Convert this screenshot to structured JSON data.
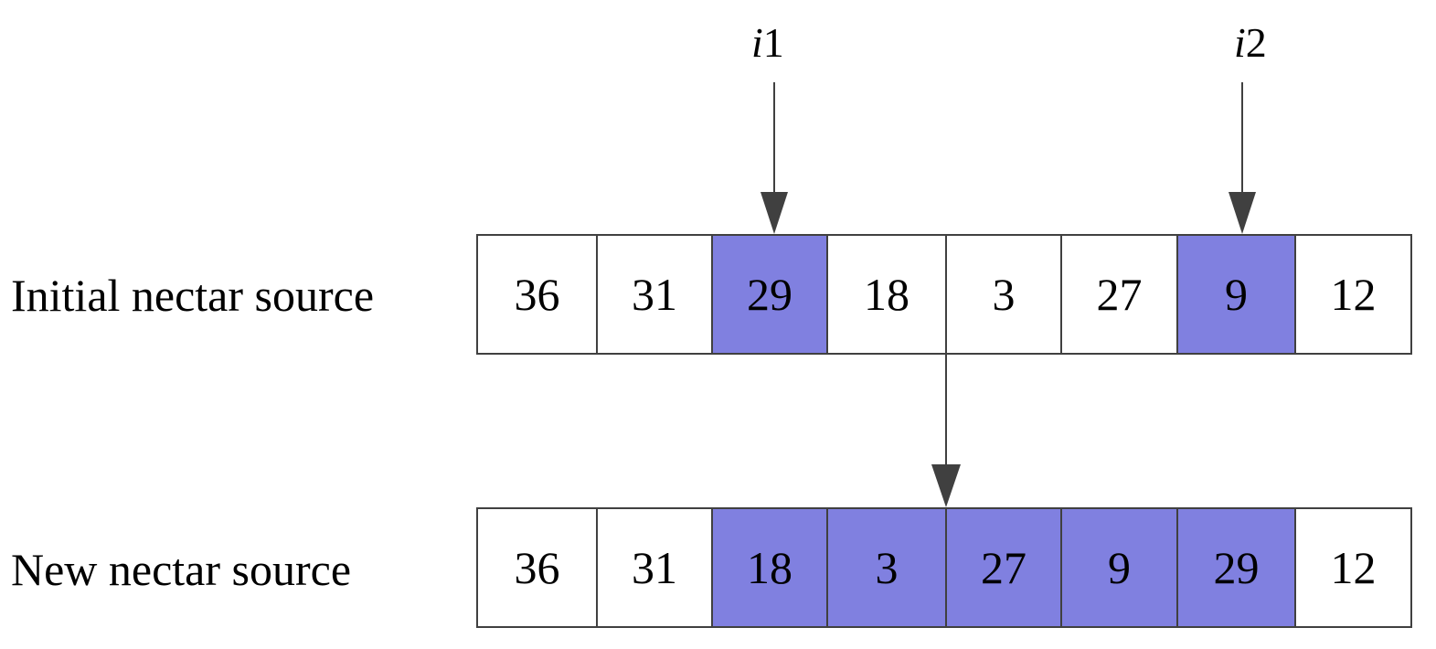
{
  "colors": {
    "highlight": "#8080E0",
    "plain": "#FFFFFF",
    "border": "#404040",
    "arrow": "#404040"
  },
  "pointers": [
    {
      "var": "i",
      "num": "1"
    },
    {
      "var": "i",
      "num": "2"
    }
  ],
  "rows": [
    {
      "label": "Initial nectar source",
      "cells": [
        {
          "value": "36",
          "highlight": false
        },
        {
          "value": "31",
          "highlight": false
        },
        {
          "value": "29",
          "highlight": true
        },
        {
          "value": "18",
          "highlight": false
        },
        {
          "value": "3",
          "highlight": false
        },
        {
          "value": "27",
          "highlight": false
        },
        {
          "value": "9",
          "highlight": true
        },
        {
          "value": "12",
          "highlight": false
        }
      ]
    },
    {
      "label": "New nectar source",
      "cells": [
        {
          "value": "36",
          "highlight": false
        },
        {
          "value": "31",
          "highlight": false
        },
        {
          "value": "18",
          "highlight": true
        },
        {
          "value": "3",
          "highlight": true
        },
        {
          "value": "27",
          "highlight": true
        },
        {
          "value": "9",
          "highlight": true
        },
        {
          "value": "29",
          "highlight": true
        },
        {
          "value": "12",
          "highlight": false
        }
      ]
    }
  ]
}
